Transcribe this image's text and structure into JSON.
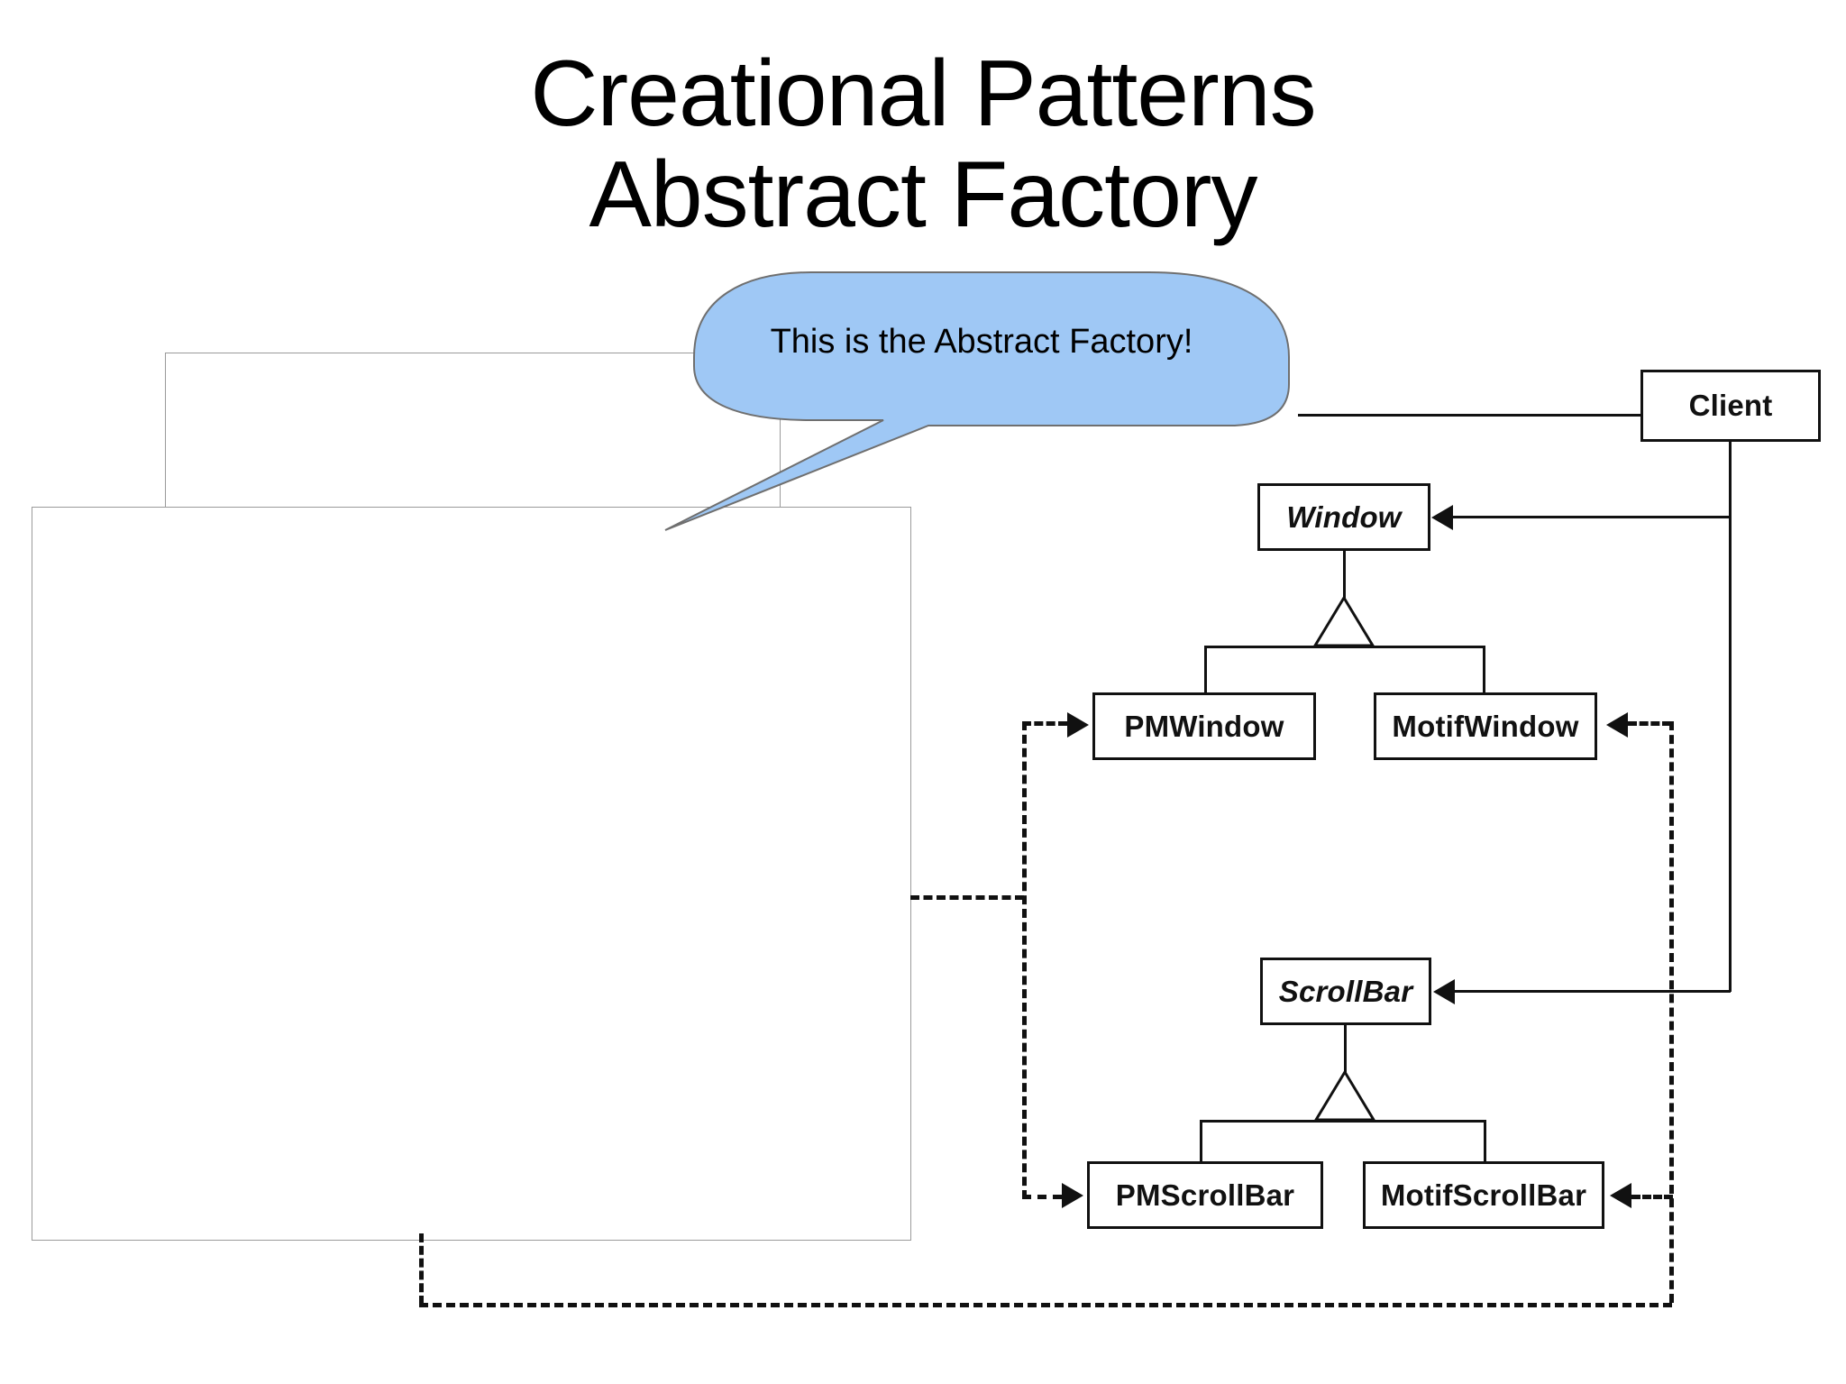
{
  "slide": {
    "title_line1": "Creational Patterns",
    "title_line2": "Abstract Factory",
    "background_color": "#ffffff"
  },
  "callout": {
    "text": "This is the Abstract Factory!",
    "fill_color": "#9FC8F5",
    "stroke_color": "#6f6f6f",
    "shape": "cloud-speech-bubble",
    "tail_direction": "down-left"
  },
  "placeholders": [
    {
      "name": "content-placeholder-top",
      "label": ""
    },
    {
      "name": "content-placeholder-bottom",
      "label": ""
    }
  ],
  "diagram": {
    "type": "uml-class-diagram",
    "classes": [
      {
        "id": "client",
        "label": "Client",
        "abstract": false
      },
      {
        "id": "window",
        "label": "Window",
        "abstract": true
      },
      {
        "id": "pmwindow",
        "label": "PMWindow",
        "abstract": false
      },
      {
        "id": "motifwindow",
        "label": "MotifWindow",
        "abstract": false
      },
      {
        "id": "scrollbar",
        "label": "ScrollBar",
        "abstract": true
      },
      {
        "id": "pmscrollbar",
        "label": "PMScrollBar",
        "abstract": false
      },
      {
        "id": "motifscrollbar",
        "label": "MotifScrollBar",
        "abstract": false
      }
    ],
    "relations": [
      {
        "from": "client",
        "to": "window",
        "kind": "association"
      },
      {
        "from": "client",
        "to": "scrollbar",
        "kind": "association"
      },
      {
        "from": "pmwindow",
        "to": "window",
        "kind": "generalization"
      },
      {
        "from": "motifwindow",
        "to": "window",
        "kind": "generalization"
      },
      {
        "from": "pmscrollbar",
        "to": "scrollbar",
        "kind": "generalization"
      },
      {
        "from": "motifscrollbar",
        "to": "scrollbar",
        "kind": "generalization"
      },
      {
        "from": "pm-factory",
        "to": "pmwindow",
        "kind": "dependency"
      },
      {
        "from": "pm-factory",
        "to": "pmscrollbar",
        "kind": "dependency"
      },
      {
        "from": "motif-factory",
        "to": "motifwindow",
        "kind": "dependency"
      },
      {
        "from": "motif-factory",
        "to": "motifscrollbar",
        "kind": "dependency"
      }
    ],
    "line_color": "#111111"
  }
}
